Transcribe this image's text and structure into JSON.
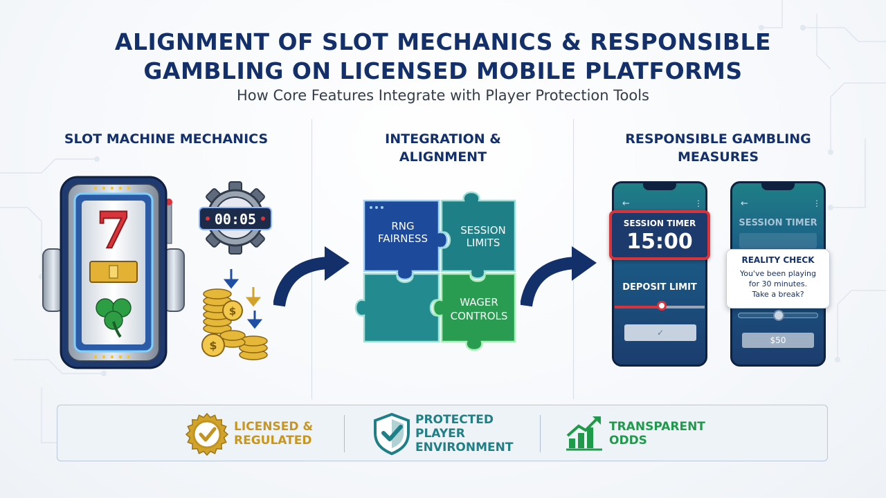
{
  "header": {
    "title_line1": "ALIGNMENT OF SLOT MECHANICS & RESPONSIBLE",
    "title_line2": "GAMBLING ON LICENSED MOBILE PLATFORMS",
    "subtitle": "How Core Features Integrate with Player Protection Tools"
  },
  "columns": {
    "left": {
      "title": "SLOT MACHINE MECHANICS"
    },
    "middle": {
      "title_line1": "INTEGRATION &",
      "title_line2": "ALIGNMENT"
    },
    "right": {
      "title_line1": "RESPONSIBLE GAMBLING",
      "title_line2": "MEASURES"
    }
  },
  "slot": {
    "reel_top": "7",
    "timer_display": "00:05"
  },
  "puzzle": {
    "rng_line1": "RNG",
    "rng_line2": "FAIRNESS",
    "session_line1": "SESSION",
    "session_line2": "LIMITS",
    "wager_line1": "WAGER",
    "wager_line2": "CONTROLS"
  },
  "phone1": {
    "timer_label": "SESSION TIMER",
    "timer_value": "15:00",
    "deposit_label": "DEPOSIT LIMIT",
    "deposit_fraction": 0.52,
    "confirm_icon": "check-icon"
  },
  "phone2": {
    "timer_label": "SESSION TIMER",
    "reality_title": "REALITY CHECK",
    "reality_line1": "You've been playing",
    "reality_line2": "for 30 minutes.",
    "reality_line3": "Take a break?",
    "slider_fraction": 0.5,
    "amount": "$50"
  },
  "footer": {
    "licensed_line1": "LICENSED &",
    "licensed_line2": "REGULATED",
    "protected_line1": "PROTECTED",
    "protected_line2": "PLAYER",
    "protected_line3": "ENVIRONMENT",
    "odds_line1": "TRANSPARENT",
    "odds_line2": "ODDS"
  },
  "colors": {
    "navy": "#13306b",
    "teal": "#1f7f86",
    "gold": "#d1a32a",
    "green": "#1f9a4b",
    "red": "#d9343b"
  }
}
